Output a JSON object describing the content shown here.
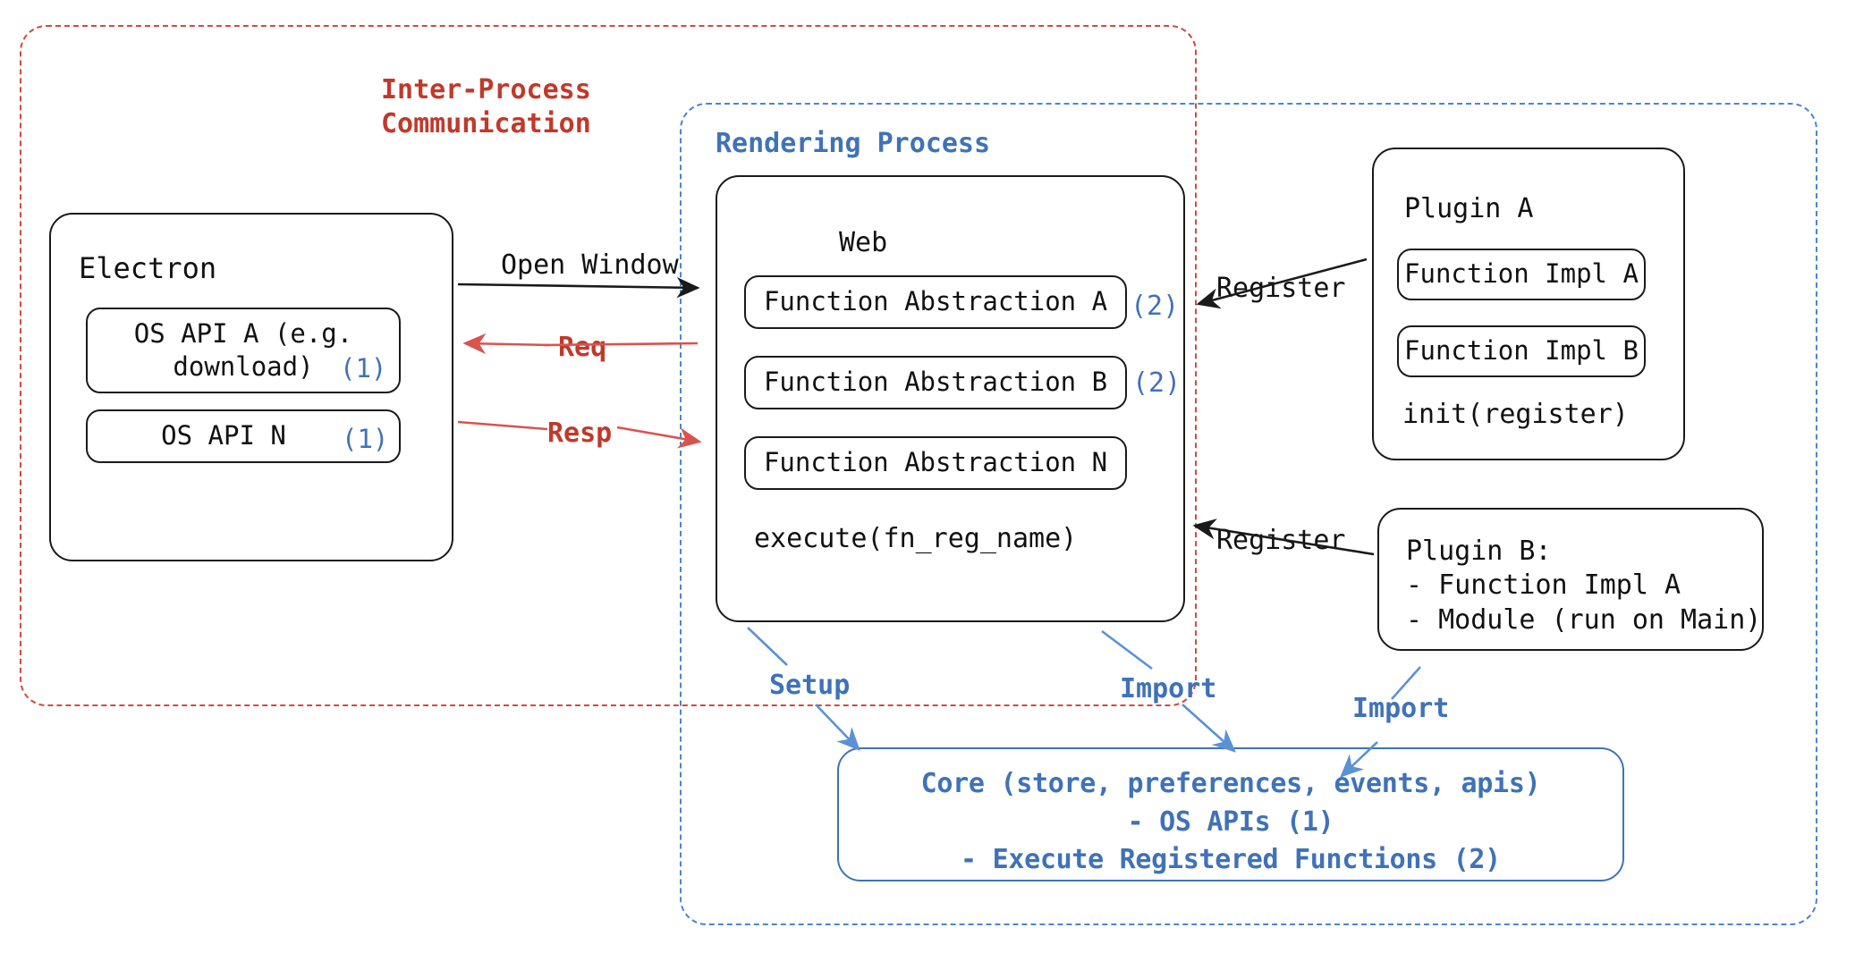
{
  "diagram": {
    "title": "Electron Plugin Architecture",
    "colors": {
      "ipc_red": "#c0392b",
      "dashed_red": "#cf4a42",
      "process_blue": "#3f72b8",
      "dashed_blue": "#4a86d0",
      "ink": "#1a1a1a"
    },
    "regions": {
      "ipc": {
        "label_line1": "Inter-Process",
        "label_line2": "Communication"
      },
      "rendering": {
        "label": "Rendering Process"
      }
    },
    "electron": {
      "title": "Electron",
      "apis": [
        {
          "label": "OS API A (e.g.\ndownload)",
          "marker": "(1)"
        },
        {
          "label": "OS API N",
          "marker": "(1)"
        }
      ]
    },
    "web": {
      "title": "Web",
      "abstractions": [
        {
          "label": "Function Abstraction A",
          "marker": "(2)"
        },
        {
          "label": "Function Abstraction B",
          "marker": "(2)"
        },
        {
          "label": "Function Abstraction N",
          "marker": ""
        }
      ],
      "execute": "execute(fn_reg_name)"
    },
    "plugin_a": {
      "title": "Plugin A",
      "impls": [
        "Function Impl A",
        "Function Impl B"
      ],
      "init": "init(register)"
    },
    "plugin_b": {
      "title": "Plugin B:",
      "lines": [
        "- Function Impl A",
        "- Module (run on Main)"
      ]
    },
    "core": {
      "line1": "Core (store, preferences, events, apis)",
      "line2": "- OS APIs (1)",
      "line3": "- Execute Registered Functions (2)"
    },
    "arrows": {
      "open_window": "Open Window",
      "req": "Req",
      "resp": "Resp",
      "register_top": "Register",
      "register_bottom": "Register",
      "setup": "Setup",
      "import_web": "Import",
      "import_plugin_b": "Import"
    }
  }
}
